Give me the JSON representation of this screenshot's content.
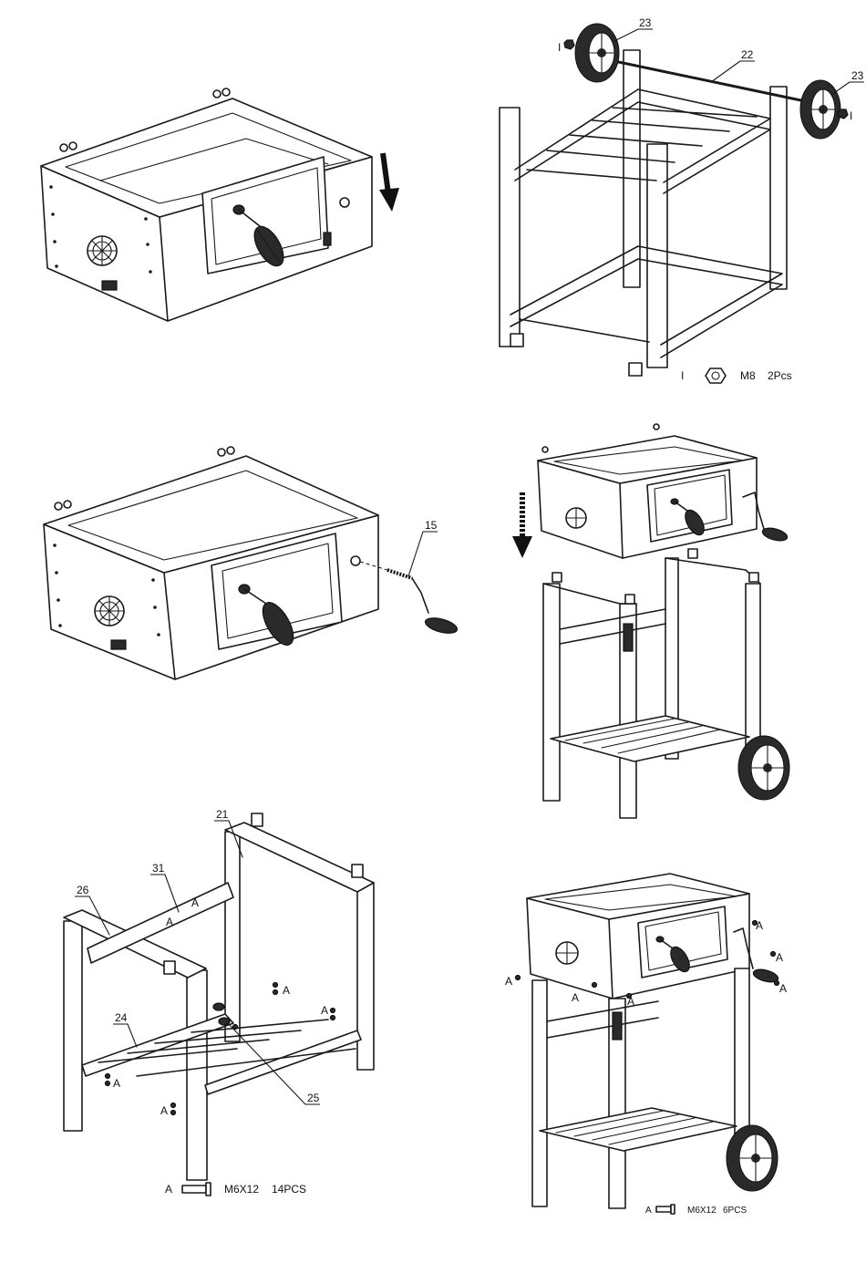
{
  "panels": {
    "p1": {
      "arrow": "down"
    },
    "p2": {
      "part_wheel_left": "23",
      "part_axle": "22",
      "part_wheel_right": "23",
      "nut_letter": "I",
      "hw_letter": "I",
      "hw_size": "M8",
      "hw_qty": "2Pcs"
    },
    "p3": {
      "part_crank": "15"
    },
    "p4": {
      "arrow": "down"
    },
    "p5": {
      "part_front_beam": "21",
      "part_rail": "31",
      "part_side_beam": "26",
      "part_lower_rail": "24",
      "part_handle": "25",
      "bolt_letter": "A",
      "hw_letter": "A",
      "hw_size": "M6X12",
      "hw_qty": "14PCS"
    },
    "p6": {
      "bolt_letter": "A",
      "hw_letter": "A",
      "hw_size": "M6X12",
      "hw_qty": "6PCS"
    }
  }
}
